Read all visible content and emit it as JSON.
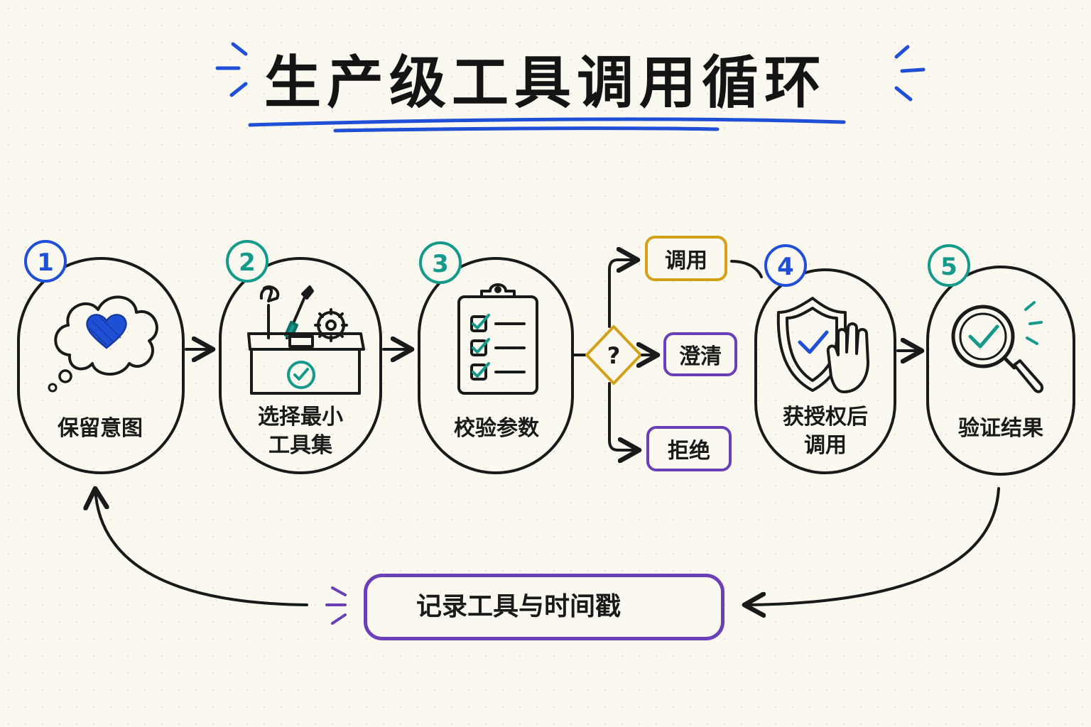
{
  "title": "生产级工具调用循环",
  "steps": [
    {
      "number": "1",
      "label": "保留意图",
      "icon": "thought-heart-icon"
    },
    {
      "number": "2",
      "label_line1": "选择最小",
      "label_line2": "工具集",
      "icon": "toolbox-icon"
    },
    {
      "number": "3",
      "label": "校验参数",
      "icon": "clipboard-checklist-icon"
    },
    {
      "number": "4",
      "label_line1": "获授权后",
      "label_line2": "调用",
      "icon": "shield-hand-icon"
    },
    {
      "number": "5",
      "label": "验证结果",
      "icon": "magnifier-check-icon"
    }
  ],
  "decision": {
    "symbol": "?",
    "options": [
      "调用",
      "澄清",
      "拒绝"
    ]
  },
  "log": {
    "label": "记录工具与时间戳",
    "icon": "clock-icon"
  },
  "colors": {
    "blue": "#1f4fd6",
    "teal": "#14998a",
    "gold": "#d4a017",
    "purple": "#6b3fb8",
    "ink": "#1a1a1a"
  }
}
